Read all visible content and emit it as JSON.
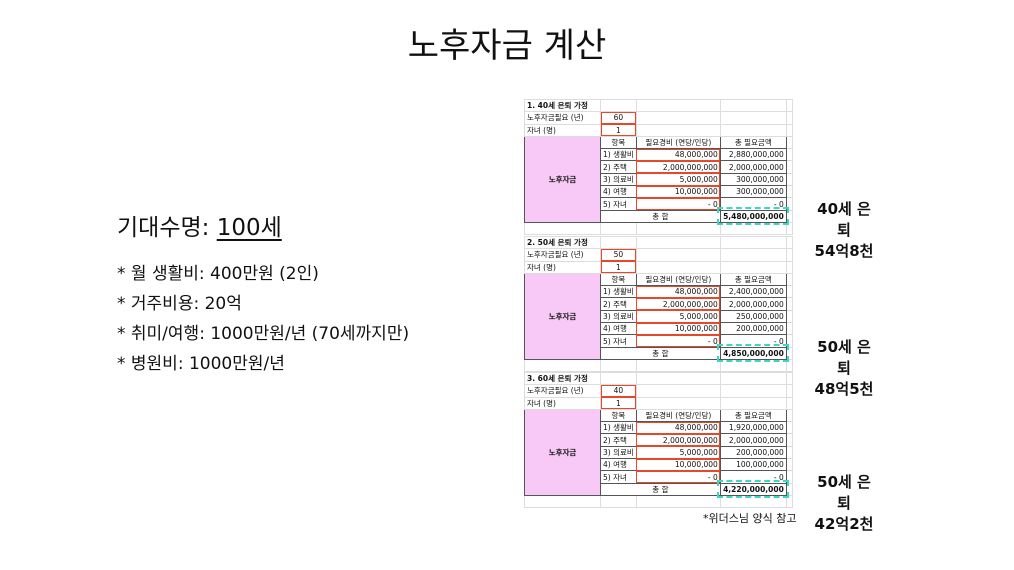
{
  "title": "노후자금 계산",
  "life_label": "기대수명: ",
  "life_value": "100세",
  "bullets": [
    "* 월 생활비: 400만원 (2인)",
    "* 거주비용: 20억",
    "* 취미/여행: 1000만원/년 (70세까지만)",
    "* 병원비: 1000만원/년"
  ],
  "table_headers": {
    "item": "항목",
    "cost": "필요경비 (연당/인당)",
    "total": "총 필요금액",
    "group": "노후자금",
    "sum": "총 합",
    "years_label": "노후자금필요 (년)",
    "children_label": "자녀 (명)"
  },
  "sections": [
    {
      "title": "1. 40세 은퇴 가정",
      "years": "60",
      "children": "1",
      "rows": [
        [
          "1) 생활비",
          "48,000,000",
          "2,880,000,000"
        ],
        [
          "2) 주택",
          "2,000,000,000",
          "2,000,000,000"
        ],
        [
          "3) 의료비",
          "5,000,000",
          "300,000,000"
        ],
        [
          "4) 여행",
          "10,000,000",
          "300,000,000"
        ],
        [
          "5) 자녀",
          "- 0",
          "- 0"
        ]
      ],
      "sum": "5,480,000,000",
      "ann1": "40세 은퇴",
      "ann2": "54억8천"
    },
    {
      "title": "2. 50세 은퇴 가정",
      "years": "50",
      "children": "1",
      "rows": [
        [
          "1) 생활비",
          "48,000,000",
          "2,400,000,000"
        ],
        [
          "2) 주택",
          "2,000,000,000",
          "2,000,000,000"
        ],
        [
          "3) 의료비",
          "5,000,000",
          "250,000,000"
        ],
        [
          "4) 여행",
          "10,000,000",
          "200,000,000"
        ],
        [
          "5) 자녀",
          "- 0",
          "- 0"
        ]
      ],
      "sum": "4,850,000,000",
      "ann1": "50세 은퇴",
      "ann2": "48억5천"
    },
    {
      "title": "3. 60세 은퇴 가정",
      "years": "40",
      "children": "1",
      "rows": [
        [
          "1) 생활비",
          "48,000,000",
          "1,920,000,000"
        ],
        [
          "2) 주택",
          "2,000,000,000",
          "2,000,000,000"
        ],
        [
          "3) 의료비",
          "5,000,000",
          "200,000,000"
        ],
        [
          "4) 여행",
          "10,000,000",
          "100,000,000"
        ],
        [
          "5) 자녀",
          "- 0",
          "- 0"
        ]
      ],
      "sum": "4,220,000,000",
      "ann1": "50세 은퇴",
      "ann2": "42억2천"
    }
  ],
  "note": "*위더스님 양식 참고",
  "colors": {
    "pink": "#f8c9f7",
    "red": "#e8482a",
    "teal": "#3ad6c8"
  }
}
